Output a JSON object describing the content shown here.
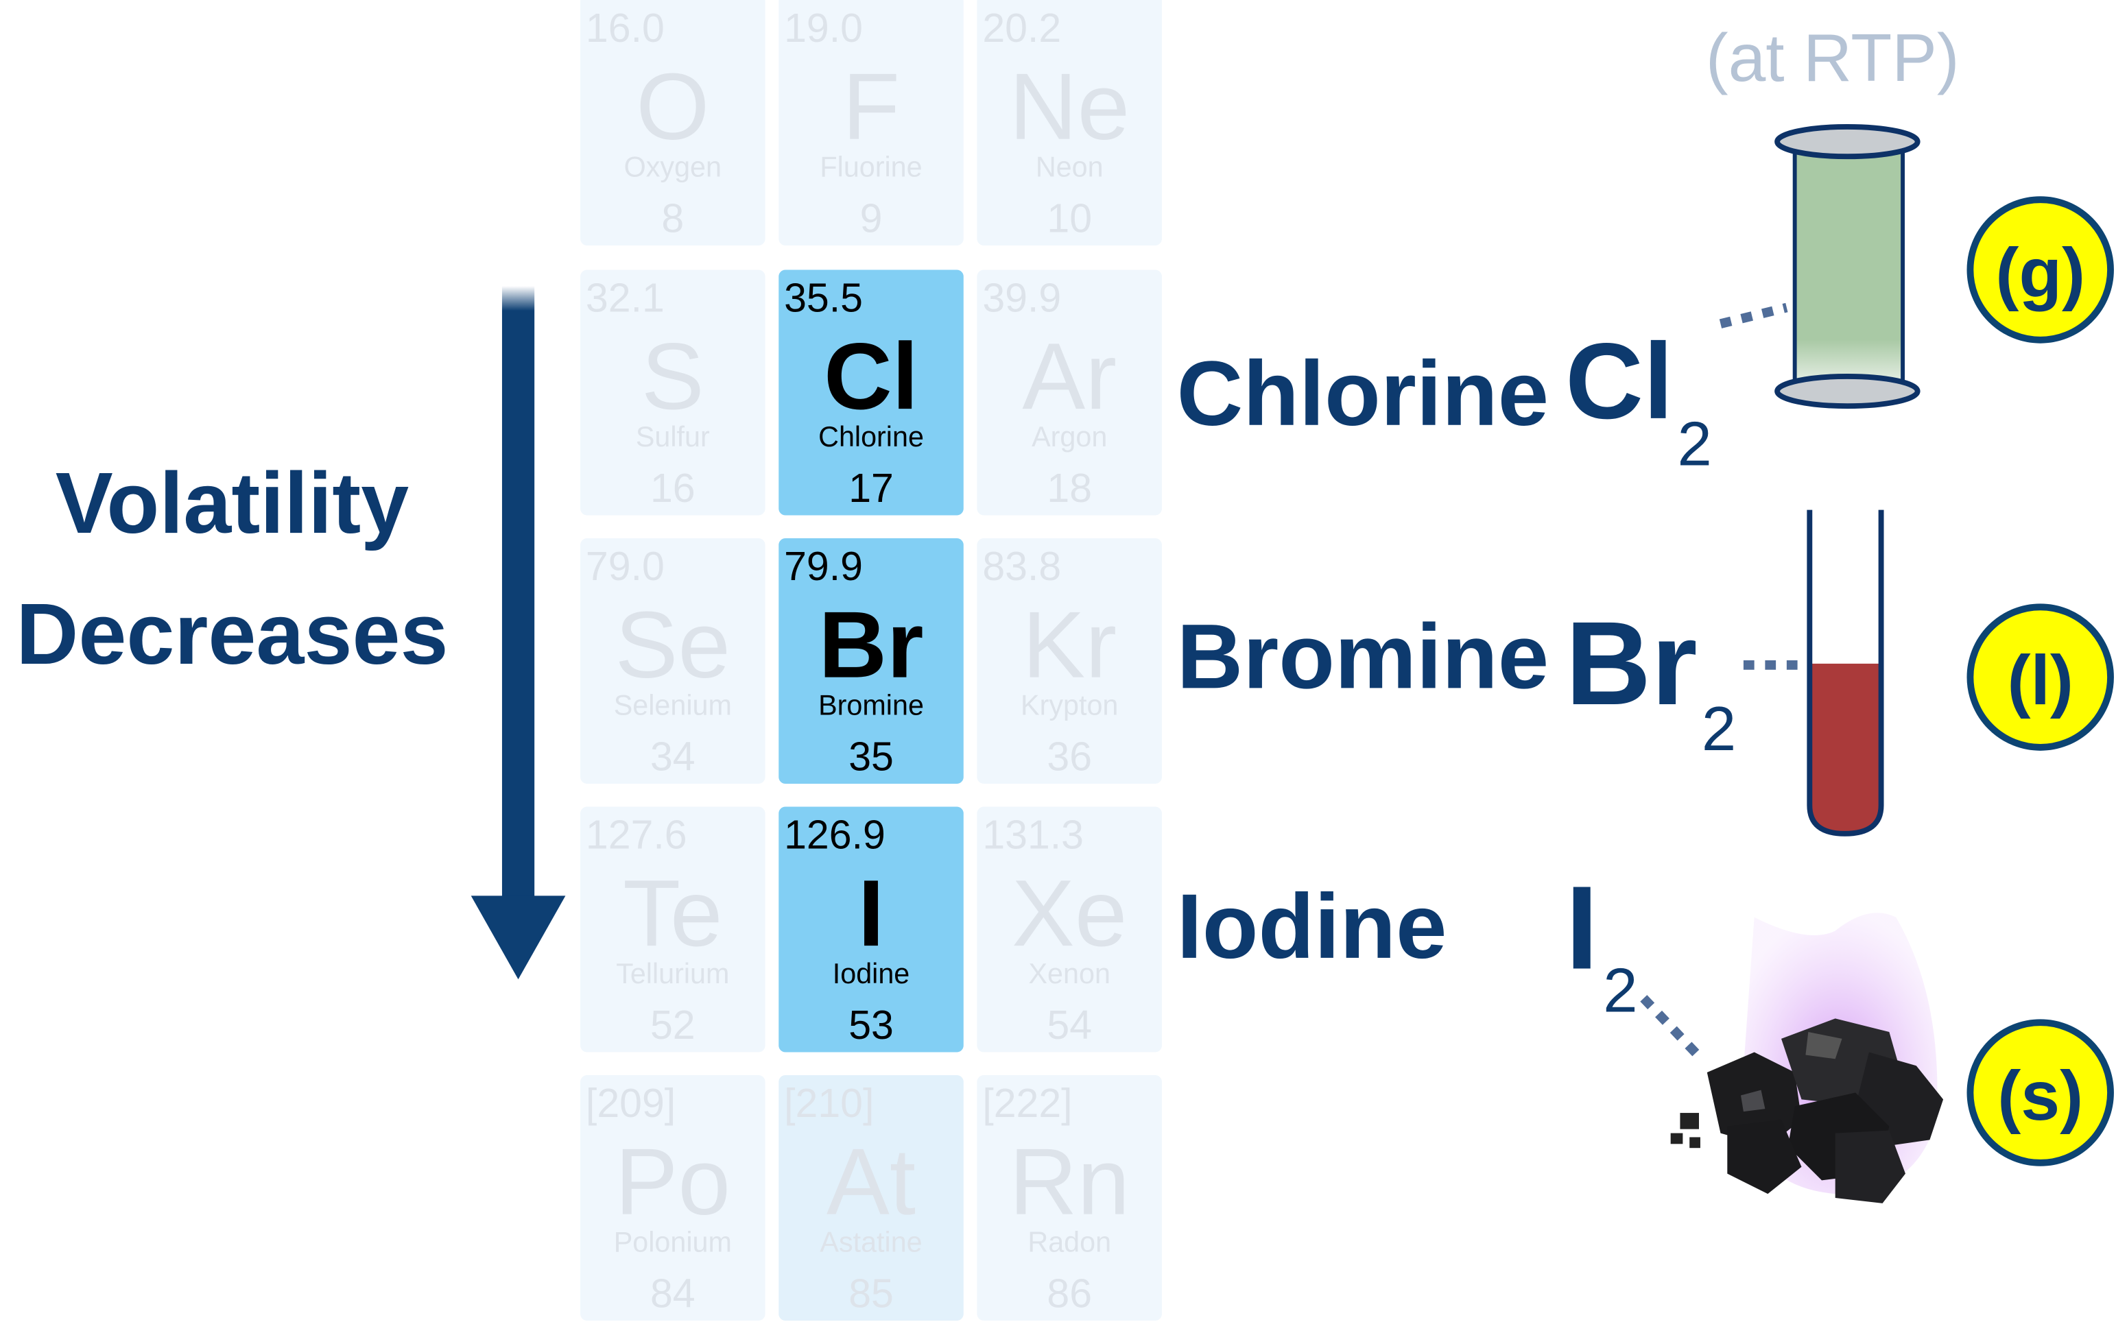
{
  "colors": {
    "navy": "#0d3a6e",
    "highlight_cell": "#82cff4",
    "faded_cell": "#f0f7fd",
    "astatine_cell": "#e2f1fb",
    "faded_text": "#dde3ea",
    "state_badge": "#ffff00",
    "rtp_label": "#b5c3d5",
    "connector": "#506d99"
  },
  "elements": [
    {
      "mass": "16.0",
      "symbol": "O",
      "name": "Oxygen",
      "number": "8",
      "state": "faded"
    },
    {
      "mass": "19.0",
      "symbol": "F",
      "name": "Fluorine",
      "number": "9",
      "state": "faded"
    },
    {
      "mass": "20.2",
      "symbol": "Ne",
      "name": "Neon",
      "number": "10",
      "state": "faded"
    },
    {
      "mass": "32.1",
      "symbol": "S",
      "name": "Sulfur",
      "number": "16",
      "state": "faded"
    },
    {
      "mass": "35.5",
      "symbol": "Cl",
      "name": "Chlorine",
      "number": "17",
      "state": "highlighted"
    },
    {
      "mass": "39.9",
      "symbol": "Ar",
      "name": "Argon",
      "number": "18",
      "state": "faded"
    },
    {
      "mass": "79.0",
      "symbol": "Se",
      "name": "Selenium",
      "number": "34",
      "state": "faded"
    },
    {
      "mass": "79.9",
      "symbol": "Br",
      "name": "Bromine",
      "number": "35",
      "state": "highlighted"
    },
    {
      "mass": "83.8",
      "symbol": "Kr",
      "name": "Krypton",
      "number": "36",
      "state": "faded"
    },
    {
      "mass": "127.6",
      "symbol": "Te",
      "name": "Tellurium",
      "number": "52",
      "state": "faded"
    },
    {
      "mass": "126.9",
      "symbol": "I",
      "name": "Iodine",
      "number": "53",
      "state": "highlighted"
    },
    {
      "mass": "131.3",
      "symbol": "Xe",
      "name": "Xenon",
      "number": "54",
      "state": "faded"
    },
    {
      "mass": "[209]",
      "symbol": "Po",
      "name": "Polonium",
      "number": "84",
      "state": "faded"
    },
    {
      "mass": "[210]",
      "symbol": "At",
      "name": "Astatine",
      "number": "85",
      "state": "astatine"
    },
    {
      "mass": "[222]",
      "symbol": "Rn",
      "name": "Radon",
      "number": "86",
      "state": "faded"
    }
  ],
  "trend": {
    "line1": "Volatility",
    "line2": "Decreases",
    "arrow_icon": "down-arrow-icon"
  },
  "rtp_label": "(at RTP)",
  "halogens": [
    {
      "name": "Chlorine",
      "formula": "Cl",
      "subscript": "2",
      "state": "(g)",
      "container": "gas-jar-icon"
    },
    {
      "name": "Bromine",
      "formula": "Br",
      "subscript": "2",
      "state": "(l)",
      "container": "test-tube-icon"
    },
    {
      "name": "Iodine",
      "formula": "I",
      "subscript": "2",
      "state": "(s)",
      "container": "iodine-crystals-icon"
    }
  ]
}
